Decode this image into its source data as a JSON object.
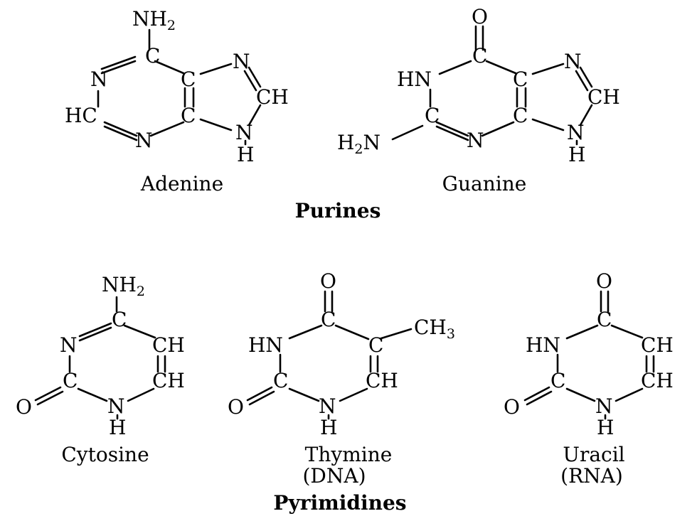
{
  "purines": {
    "heading": "Purines",
    "adenine": {
      "name": "Adenine",
      "atoms": {
        "nh2_main": "NH",
        "nh2_sub": "2",
        "c6": "C",
        "n1": "N",
        "c2": "HC",
        "n3": "N",
        "c4": "C",
        "c5": "C",
        "n7": "N",
        "c8": "CH",
        "n9": "N",
        "h9": "H"
      }
    },
    "guanine": {
      "name": "Guanine",
      "atoms": {
        "o6": "O",
        "c6": "C",
        "n1": "HN",
        "c2": "C",
        "nh2_pre": "H",
        "nh2_sub": "2",
        "nh2_post": "N",
        "n3": "N",
        "c4": "C",
        "c5": "C",
        "n7": "N",
        "c8": "CH",
        "n9": "N",
        "h9": "H"
      }
    }
  },
  "pyrimidines": {
    "heading": "Pyrimidines",
    "cytosine": {
      "name": "Cytosine",
      "atoms": {
        "nh2_main": "NH",
        "nh2_sub": "2",
        "c4": "C",
        "n3": "N",
        "c2": "C",
        "o2": "O",
        "n1": "N",
        "h1": "H",
        "c5": "CH",
        "c6": "CH"
      }
    },
    "thymine": {
      "name": "Thymine",
      "note": "(DNA)",
      "atoms": {
        "o4": "O",
        "c4": "C",
        "n3": "HN",
        "c2": "C",
        "o2": "O",
        "n1": "N",
        "h1": "H",
        "c5": "C",
        "c6": "CH",
        "ch3_main": "CH",
        "ch3_sub": "3"
      }
    },
    "uracil": {
      "name": "Uracil",
      "note": "(RNA)",
      "atoms": {
        "o4": "O",
        "c4": "C",
        "n3": "HN",
        "c2": "C",
        "o2": "O",
        "n1": "N",
        "h1": "H",
        "c5": "CH",
        "c6": "CH"
      }
    }
  }
}
